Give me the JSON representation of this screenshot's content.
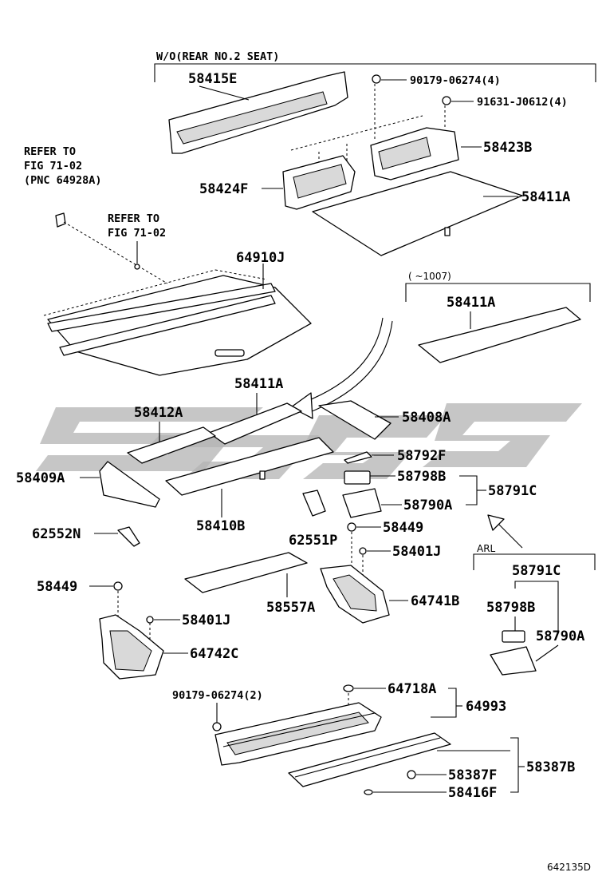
{
  "labels": {
    "wo_rear": "W/O(REAR NO.2 SEAT)",
    "p58415E": "58415E",
    "p90179a": "90179-06274(4)",
    "p91631": "91631-J0612(4)",
    "p58423B": "58423B",
    "p58424F": "58424F",
    "p58411A_top": "58411A",
    "refer1_l1": "REFER TO",
    "refer1_l2": "FIG 71-02",
    "refer1_l3": "(PNC 64928A)",
    "refer2_l1": "REFER TO",
    "refer2_l2": "FIG 71-02",
    "p64910J": "64910J",
    "range": "(      ~1007)",
    "p58411A_box": "58411A",
    "p58411A_mid": "58411A",
    "p58412A": "58412A",
    "p58408A": "58408A",
    "p58792F": "58792F",
    "p58409A": "58409A",
    "p58798B": "58798B",
    "p58791C": "58791C",
    "p58790A": "58790A",
    "p58410B": "58410B",
    "p62552N": "62552N",
    "p62551P": "62551P",
    "p58449_r": "58449",
    "p58401J_r": "58401J",
    "p58449_l": "58449",
    "p58557A": "58557A",
    "p64741B": "64741B",
    "p58401J_l": "58401J",
    "p64742C": "64742C",
    "arl": "ARL",
    "p58791C_arl": "58791C",
    "p58798B_arl": "58798B",
    "p58790A_arl": "58790A",
    "p90179b": "90179-06274(2)",
    "p64718A": "64718A",
    "p64993": "64993",
    "p58387F": "58387F",
    "p58387B": "58387B",
    "p58416F": "58416F",
    "figno": "642135D"
  },
  "icons": [
    "clip-icon",
    "bolt-icon",
    "direction-arrow-icon",
    "watermark-logo"
  ]
}
